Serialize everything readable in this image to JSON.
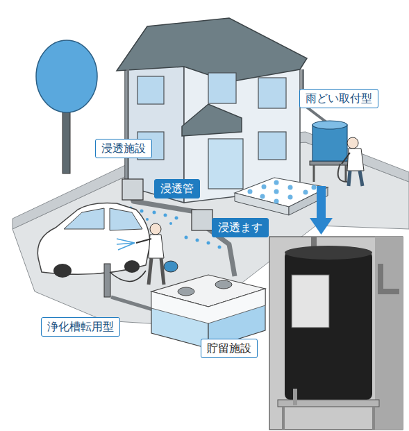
{
  "diagram": {
    "nodes": [
      {
        "text": [
          "雨どい取付型"
        ]
      },
      {
        "text": [
          "浸透施設"
        ]
      },
      {
        "text": [
          "浸透管"
        ]
      },
      {
        "text": [
          "浸透ます"
        ]
      },
      {
        "text": [
          "浄化槽転用型"
        ]
      },
      {
        "text": [
          "貯留施設"
        ]
      }
    ]
  }
}
